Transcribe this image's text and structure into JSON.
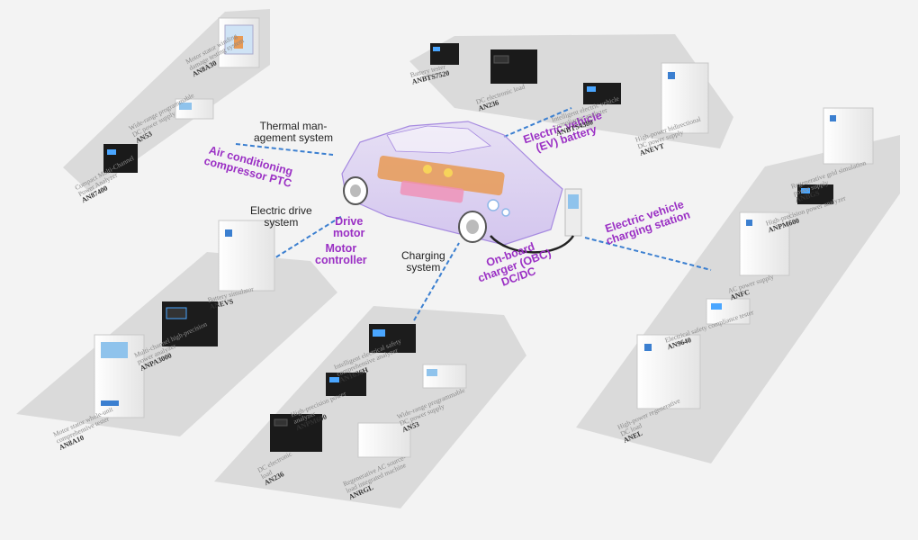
{
  "colors": {
    "platform": "#d9d9d9",
    "accent": "#9a2fc4",
    "connector": "#3b7fd0",
    "car": "#b58ee8"
  },
  "systems": {
    "thermal": {
      "line1": "Thermal man-",
      "line2": "agement system"
    },
    "electric_drive": {
      "line1": "Electric drive",
      "line2": "system"
    },
    "charging": {
      "line1": "Charging",
      "line2": "system"
    }
  },
  "components": {
    "air_conditioning": {
      "line1": "Air conditioning",
      "line2": "compressor PTC"
    },
    "drive_motor": {
      "line1": "Drive",
      "line2": "motor"
    },
    "motor_controller": {
      "line1": "Motor",
      "line2": "controller"
    },
    "ev_battery": {
      "line1": "Electric vehicle",
      "line2": "(EV) battery"
    },
    "charging_station": {
      "line1": "Electric vehicle",
      "line2": "charging station"
    },
    "obc": {
      "line1": "On-board",
      "line2": "charger (OBC)",
      "line3": "DC/DC"
    }
  },
  "devices": {
    "an8a30": {
      "name1": "Motor stator winding",
      "name2": "damage testing system",
      "model": "AN8A30"
    },
    "an53_top": {
      "name1": "Wide-range programmable",
      "name2": "DC power supply",
      "model": "AN53"
    },
    "an87400": {
      "name1": "Compact Multi-Channel",
      "name2": "Power Analyzer",
      "model": "AN87400"
    },
    "anbts7520": {
      "name1": "Battery tester",
      "model": "ANBTS7520"
    },
    "an236_top": {
      "name1": "DC electronic load",
      "model": "AN236"
    },
    "anbts4380": {
      "name1": "Intelligent electric vehicle",
      "name2": "compliance analyzer",
      "model": "ANBTS4380"
    },
    "anevt": {
      "name1": "High-power bidirectional",
      "name2": "DC power supply",
      "model": "ANEVT"
    },
    "anevs": {
      "name1": "Battery simulator",
      "model": "ANEVS"
    },
    "anpa3000": {
      "name1": "Multi-channel high-precision",
      "name2": "power analyzer",
      "model": "ANPA3000"
    },
    "an8a10": {
      "name1": "Motor stator whole-unit",
      "name2": "comprehensive tester",
      "model": "AN8A10"
    },
    "an1636h": {
      "name1": "Intelligent electrical safety",
      "name2": "comprehensive analyzer",
      "model": "AN1636H"
    },
    "an53_bottom": {
      "name1": "Wide-range programmable",
      "name2": "DC power supply",
      "model": "AN53"
    },
    "anpm600_bottom": {
      "name1": "High-precision power",
      "name2": "analyzer",
      "model": "ANPM600"
    },
    "an236_bottom": {
      "name1": "DC electronic",
      "name2": "load",
      "model": "AN236"
    },
    "anrgl": {
      "name1": "Regenerative AC source-",
      "name2": "load integrated machine",
      "model": "ANRGL"
    },
    "anbgs": {
      "name1": "Regenerative grid simulation",
      "name2": "power supply",
      "model": "ANBGS"
    },
    "anpm600_right": {
      "name1": "High-precision power analyzer",
      "model": "ANPM600"
    },
    "anfc": {
      "name1": "AC power supply",
      "model": "ANFC"
    },
    "an9640": {
      "name1": "Electrical safety compliance tester",
      "model": "AN9640"
    },
    "anel": {
      "name1": "High-power regenerative",
      "name2": "DC load",
      "model": "ANEL"
    }
  }
}
